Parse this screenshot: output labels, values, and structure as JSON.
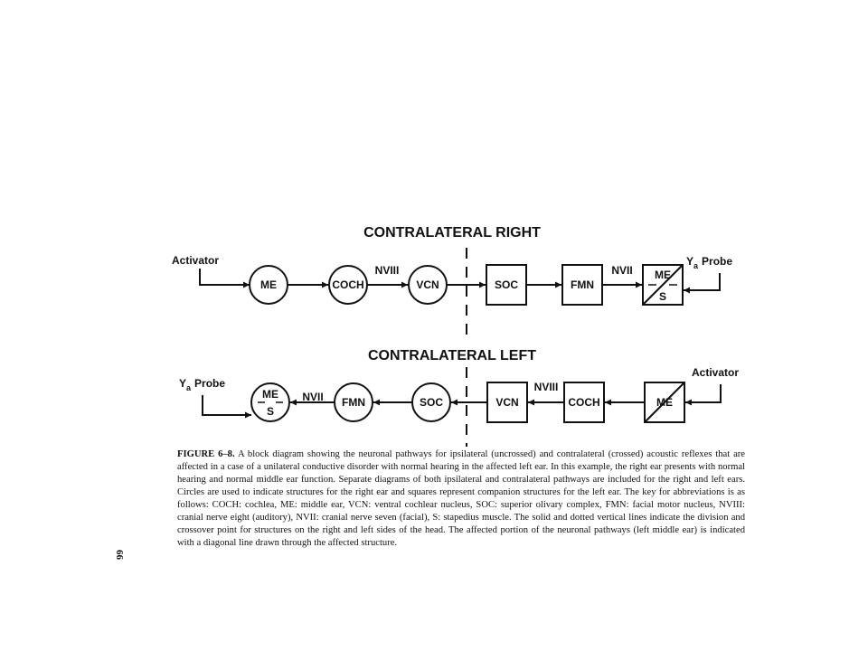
{
  "panels": {
    "right": {
      "title": "CONTRALATERAL RIGHT",
      "activator": "Activator",
      "probe_sub": "a",
      "probe_rest": "Probe",
      "nviii": "NVIII",
      "nvii": "NVII",
      "nodes": {
        "me": "ME",
        "coch": "COCH",
        "vcn": "VCN",
        "soc": "SOC",
        "fmn": "FMN",
        "me_box_top": "ME",
        "me_box_bottom": "S"
      }
    },
    "left": {
      "title": "CONTRALATERAL LEFT",
      "activator": "Activator",
      "probe_sub": "a",
      "probe_rest": "Probe",
      "nviii": "NVIII",
      "nvii": "NVII",
      "nodes": {
        "me_circle_top": "ME",
        "me_circle_bottom": "S",
        "fmn": "FMN",
        "soc": "SOC",
        "vcn": "VCN",
        "coch": "COCH",
        "me_box": "ME"
      }
    }
  },
  "caption": {
    "label": "FIGURE 6–8.",
    "text": "A block diagram showing the neuronal pathways for ipsilateral (uncrossed) and contralateral (crossed) acoustic reflexes that are affected in a case of a unilateral conductive disorder with normal hearing in the affected left ear. In this example, the right ear presents with normal hearing and normal middle ear function. Separate diagrams of both ipsilateral and contralateral pathways are included for the right and left ears. Circles are used to indicate structures for the right ear and squares represent companion structures for the left ear. The key for abbreviations is as follows: COCH: cochlea, ME: middle ear, VCN: ventral cochlear nucleus, SOC: superior olivary complex, FMN: facial motor nucleus, NVIII: cranial nerve eight (auditory), NVII: cranial nerve seven (facial), S: stapedius muscle. The solid and dotted vertical lines indicate the division and crossover point for structures on the right and left sides of the head. The affected portion of the neuronal pathways (left middle ear) is indicated with a diagonal line drawn through the affected structure."
  },
  "page_number": "66"
}
